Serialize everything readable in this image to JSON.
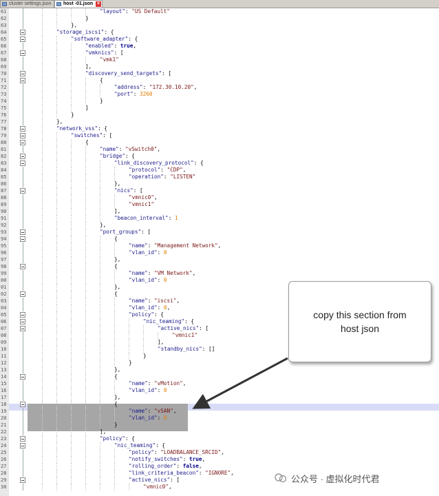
{
  "tabs": [
    {
      "label": "cluster settings.json",
      "active": false
    },
    {
      "label": "host -01.json",
      "active": true
    }
  ],
  "callout": {
    "text": "copy this section from\nhost json"
  },
  "watermark": {
    "text": "公众号 · 虚拟化时代君"
  },
  "colors": {
    "key": "#1a1a8c",
    "string": "#7a1515",
    "number": "#e07b00",
    "bool": "#00008b",
    "selection": "#a6a6a6",
    "current_line": "#d9dcf7"
  },
  "editor": {
    "lines": [
      {
        "num": "61",
        "ind": 5,
        "t": [
          [
            "k",
            "\"layout\""
          ],
          [
            "p",
            ": "
          ],
          [
            "s",
            "\"US Default\""
          ]
        ]
      },
      {
        "num": "62",
        "ind": 4,
        "t": [
          [
            "p",
            "}"
          ]
        ]
      },
      {
        "num": "63",
        "ind": 3,
        "t": [
          [
            "p",
            "},"
          ]
        ]
      },
      {
        "num": "64",
        "ind": 2,
        "t": [
          [
            "k",
            "\"storage_iscsi\""
          ],
          [
            "p",
            ": {"
          ]
        ]
      },
      {
        "num": "65",
        "ind": 3,
        "t": [
          [
            "k",
            "\"software_adapter\""
          ],
          [
            "p",
            ": {"
          ]
        ]
      },
      {
        "num": "66",
        "ind": 4,
        "t": [
          [
            "k",
            "\"enabled\""
          ],
          [
            "p",
            ": "
          ],
          [
            "b",
            "true"
          ],
          [
            "p",
            ","
          ]
        ]
      },
      {
        "num": "67",
        "ind": 4,
        "t": [
          [
            "k",
            "\"vmknics\""
          ],
          [
            "p",
            ": ["
          ]
        ]
      },
      {
        "num": "68",
        "ind": 5,
        "t": [
          [
            "s",
            "\"vmk1\""
          ]
        ]
      },
      {
        "num": "69",
        "ind": 4,
        "t": [
          [
            "p",
            "],"
          ]
        ]
      },
      {
        "num": "70",
        "ind": 4,
        "t": [
          [
            "k",
            "\"discovery_send_targets\""
          ],
          [
            "p",
            ": ["
          ]
        ]
      },
      {
        "num": "71",
        "ind": 5,
        "t": [
          [
            "p",
            "{"
          ]
        ]
      },
      {
        "num": "72",
        "ind": 6,
        "t": [
          [
            "k",
            "\"address\""
          ],
          [
            "p",
            ": "
          ],
          [
            "s",
            "\"172.30.10.20\""
          ],
          [
            "p",
            ","
          ]
        ]
      },
      {
        "num": "73",
        "ind": 6,
        "t": [
          [
            "k",
            "\"port\""
          ],
          [
            "p",
            ": "
          ],
          [
            "n",
            "3260"
          ]
        ]
      },
      {
        "num": "74",
        "ind": 5,
        "t": [
          [
            "p",
            "}"
          ]
        ]
      },
      {
        "num": "75",
        "ind": 4,
        "t": [
          [
            "p",
            "]"
          ]
        ]
      },
      {
        "num": "76",
        "ind": 3,
        "t": [
          [
            "p",
            "}"
          ]
        ]
      },
      {
        "num": "77",
        "ind": 2,
        "t": [
          [
            "p",
            "},"
          ]
        ]
      },
      {
        "num": "78",
        "ind": 2,
        "t": [
          [
            "k",
            "\"network_vss\""
          ],
          [
            "p",
            ": {"
          ]
        ]
      },
      {
        "num": "79",
        "ind": 3,
        "t": [
          [
            "k",
            "\"switches\""
          ],
          [
            "p",
            ": ["
          ]
        ]
      },
      {
        "num": "80",
        "ind": 4,
        "t": [
          [
            "p",
            "{"
          ]
        ]
      },
      {
        "num": "81",
        "ind": 5,
        "t": [
          [
            "k",
            "\"name\""
          ],
          [
            "p",
            ": "
          ],
          [
            "s",
            "\"vSwitch0\""
          ],
          [
            "p",
            ","
          ]
        ]
      },
      {
        "num": "82",
        "ind": 5,
        "t": [
          [
            "k",
            "\"bridge\""
          ],
          [
            "p",
            ": {"
          ]
        ]
      },
      {
        "num": "83",
        "ind": 6,
        "t": [
          [
            "k",
            "\"link_discovery_protocol\""
          ],
          [
            "p",
            ": {"
          ]
        ]
      },
      {
        "num": "84",
        "ind": 7,
        "t": [
          [
            "k",
            "\"protocol\""
          ],
          [
            "p",
            ": "
          ],
          [
            "s",
            "\"CDP\""
          ],
          [
            "p",
            ","
          ]
        ]
      },
      {
        "num": "85",
        "ind": 7,
        "t": [
          [
            "k",
            "\"operation\""
          ],
          [
            "p",
            ": "
          ],
          [
            "s",
            "\"LISTEN\""
          ]
        ]
      },
      {
        "num": "86",
        "ind": 6,
        "t": [
          [
            "p",
            "},"
          ]
        ]
      },
      {
        "num": "87",
        "ind": 6,
        "t": [
          [
            "k",
            "\"nics\""
          ],
          [
            "p",
            ": ["
          ]
        ]
      },
      {
        "num": "88",
        "ind": 7,
        "t": [
          [
            "s",
            "\"vmnic0\""
          ],
          [
            "p",
            ","
          ]
        ]
      },
      {
        "num": "89",
        "ind": 7,
        "t": [
          [
            "s",
            "\"vmnic1\""
          ]
        ]
      },
      {
        "num": "90",
        "ind": 6,
        "t": [
          [
            "p",
            "],"
          ]
        ]
      },
      {
        "num": "91",
        "ind": 6,
        "t": [
          [
            "k",
            "\"beacon_interval\""
          ],
          [
            "p",
            ": "
          ],
          [
            "n",
            "1"
          ]
        ]
      },
      {
        "num": "92",
        "ind": 5,
        "t": [
          [
            "p",
            "},"
          ]
        ]
      },
      {
        "num": "93",
        "ind": 5,
        "t": [
          [
            "k",
            "\"port_groups\""
          ],
          [
            "p",
            ": ["
          ]
        ]
      },
      {
        "num": "94",
        "ind": 6,
        "t": [
          [
            "p",
            "{"
          ]
        ]
      },
      {
        "num": "95",
        "ind": 7,
        "t": [
          [
            "k",
            "\"name\""
          ],
          [
            "p",
            ": "
          ],
          [
            "s",
            "\"Management Network\""
          ],
          [
            "p",
            ","
          ]
        ]
      },
      {
        "num": "96",
        "ind": 7,
        "t": [
          [
            "k",
            "\"vlan_id\""
          ],
          [
            "p",
            ": "
          ],
          [
            "n",
            "0"
          ]
        ]
      },
      {
        "num": "97",
        "ind": 6,
        "t": [
          [
            "p",
            "},"
          ]
        ]
      },
      {
        "num": "98",
        "ind": 6,
        "t": [
          [
            "p",
            "{"
          ]
        ]
      },
      {
        "num": "99",
        "ind": 7,
        "t": [
          [
            "k",
            "\"name\""
          ],
          [
            "p",
            ": "
          ],
          [
            "s",
            "\"VM Network\""
          ],
          [
            "p",
            ","
          ]
        ]
      },
      {
        "num": "00",
        "ind": 7,
        "t": [
          [
            "k",
            "\"vlan_id\""
          ],
          [
            "p",
            ": "
          ],
          [
            "n",
            "0"
          ]
        ]
      },
      {
        "num": "01",
        "ind": 6,
        "t": [
          [
            "p",
            "},"
          ]
        ]
      },
      {
        "num": "02",
        "ind": 6,
        "t": [
          [
            "p",
            "{"
          ]
        ]
      },
      {
        "num": "03",
        "ind": 7,
        "t": [
          [
            "k",
            "\"name\""
          ],
          [
            "p",
            ": "
          ],
          [
            "s",
            "\"iscsi\""
          ],
          [
            "p",
            ","
          ]
        ]
      },
      {
        "num": "04",
        "ind": 7,
        "t": [
          [
            "k",
            "\"vlan_id\""
          ],
          [
            "p",
            ": "
          ],
          [
            "n",
            "0"
          ],
          [
            "p",
            ","
          ]
        ]
      },
      {
        "num": "05",
        "ind": 7,
        "t": [
          [
            "k",
            "\"policy\""
          ],
          [
            "p",
            ": {"
          ]
        ]
      },
      {
        "num": "06",
        "ind": 8,
        "t": [
          [
            "k",
            "\"nic_teaming\""
          ],
          [
            "p",
            ": {"
          ]
        ]
      },
      {
        "num": "07",
        "ind": 9,
        "t": [
          [
            "k",
            "\"active_nics\""
          ],
          [
            "p",
            ": ["
          ]
        ]
      },
      {
        "num": "08",
        "ind": 10,
        "t": [
          [
            "s",
            "\"vmnic1\""
          ]
        ]
      },
      {
        "num": "09",
        "ind": 9,
        "t": [
          [
            "p",
            "],"
          ]
        ]
      },
      {
        "num": "10",
        "ind": 9,
        "t": [
          [
            "k",
            "\"standby_nics\""
          ],
          [
            "p",
            ": []"
          ]
        ]
      },
      {
        "num": "11",
        "ind": 8,
        "t": [
          [
            "p",
            "}"
          ]
        ]
      },
      {
        "num": "12",
        "ind": 7,
        "t": [
          [
            "p",
            "}"
          ]
        ]
      },
      {
        "num": "13",
        "ind": 6,
        "t": [
          [
            "p",
            "},"
          ]
        ]
      },
      {
        "num": "14",
        "ind": 6,
        "t": [
          [
            "p",
            "{"
          ]
        ]
      },
      {
        "num": "15",
        "ind": 7,
        "t": [
          [
            "k",
            "\"name\""
          ],
          [
            "p",
            ": "
          ],
          [
            "s",
            "\"vMotion\""
          ],
          [
            "p",
            ","
          ]
        ]
      },
      {
        "num": "16",
        "ind": 7,
        "t": [
          [
            "k",
            "\"vlan_id\""
          ],
          [
            "p",
            ": "
          ],
          [
            "n",
            "0"
          ]
        ]
      },
      {
        "num": "17",
        "ind": 6,
        "t": [
          [
            "p",
            "},"
          ]
        ]
      },
      {
        "num": "18",
        "ind": 6,
        "t": [
          [
            "p",
            "{"
          ]
        ]
      },
      {
        "num": "19",
        "ind": 7,
        "t": [
          [
            "k",
            "\"name\""
          ],
          [
            "p",
            ": "
          ],
          [
            "s",
            "\"vSAN\""
          ],
          [
            "p",
            ","
          ]
        ]
      },
      {
        "num": "20",
        "ind": 7,
        "t": [
          [
            "k",
            "\"vlan_id\""
          ],
          [
            "p",
            ": "
          ],
          [
            "n",
            "0"
          ]
        ]
      },
      {
        "num": "21",
        "ind": 6,
        "t": [
          [
            "p",
            "}"
          ]
        ]
      },
      {
        "num": "22",
        "ind": 5,
        "t": [
          [
            "p",
            "],"
          ]
        ]
      },
      {
        "num": "23",
        "ind": 5,
        "t": [
          [
            "k",
            "\"policy\""
          ],
          [
            "p",
            ": {"
          ]
        ]
      },
      {
        "num": "24",
        "ind": 6,
        "t": [
          [
            "k",
            "\"nic_teaming\""
          ],
          [
            "p",
            ": {"
          ]
        ]
      },
      {
        "num": "25",
        "ind": 7,
        "t": [
          [
            "k",
            "\"policy\""
          ],
          [
            "p",
            ": "
          ],
          [
            "s",
            "\"LOADBALANCE_SRCID\""
          ],
          [
            "p",
            ","
          ]
        ]
      },
      {
        "num": "26",
        "ind": 7,
        "t": [
          [
            "k",
            "\"notify_switches\""
          ],
          [
            "p",
            ": "
          ],
          [
            "b",
            "true"
          ],
          [
            "p",
            ","
          ]
        ]
      },
      {
        "num": "27",
        "ind": 7,
        "t": [
          [
            "k",
            "\"rolling_order\""
          ],
          [
            "p",
            ": "
          ],
          [
            "b",
            "false"
          ],
          [
            "p",
            ","
          ]
        ]
      },
      {
        "num": "28",
        "ind": 7,
        "t": [
          [
            "k",
            "\"link_criteria_beacon\""
          ],
          [
            "p",
            ": "
          ],
          [
            "s",
            "\"IGNORE\""
          ],
          [
            "p",
            ","
          ]
        ]
      },
      {
        "num": "29",
        "ind": 7,
        "t": [
          [
            "k",
            "\"active_nics\""
          ],
          [
            "p",
            ": ["
          ]
        ]
      },
      {
        "num": "30",
        "ind": 8,
        "t": [
          [
            "s",
            "\"vmnic0\""
          ],
          [
            "p",
            ","
          ]
        ]
      }
    ]
  }
}
